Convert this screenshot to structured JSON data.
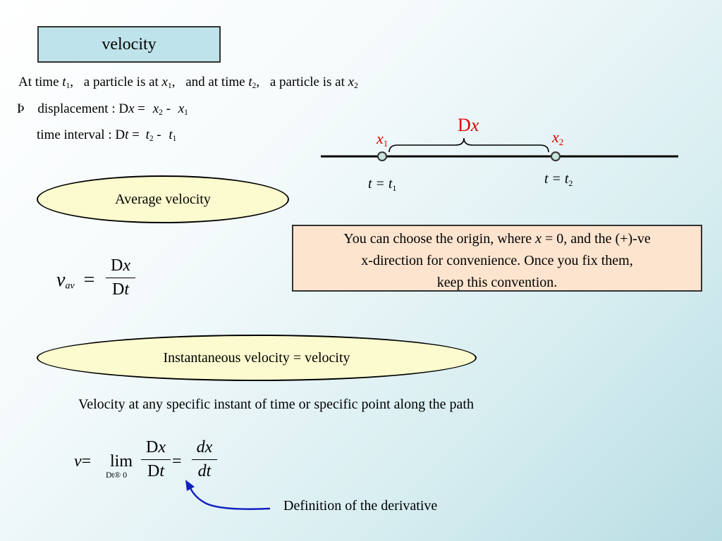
{
  "title": "velocity",
  "intro": {
    "at_time": "At time",
    "t": "t",
    "x": "x",
    "sub1": "1",
    "sub2": "2",
    "comma": ",",
    "particle_at": "a particle is at",
    "and_at_time": "and at time"
  },
  "displacement": {
    "therefore_symbol": "Þ",
    "label": "displacement : D",
    "equals": "=",
    "minus": "-"
  },
  "time_interval": {
    "label": "time interval : D",
    "equals": "=",
    "minus": "-"
  },
  "diagram": {
    "delta_x": "D",
    "x_var": "x",
    "t_var": "t",
    "equals": "=",
    "sub1": "1",
    "sub2": "2"
  },
  "average_velocity_label": "Average velocity",
  "avg_formula": {
    "v": "v",
    "sub": "av",
    "equals": "=",
    "delta": "D",
    "x": "x",
    "t": "t"
  },
  "convention_box": {
    "line1_a": "You can choose the origin, where",
    "line1_x": "x",
    "line1_b": "= 0, and the (+)-ve",
    "line2": "x-direction for convenience. Once you fix them,",
    "line3": "keep this convention."
  },
  "instantaneous_label": "Instantaneous velocity = velocity",
  "specific_text": "Velocity at any specific instant of time or specific point along the path",
  "inst_formula": {
    "v": "v",
    "equals": "=",
    "lim": "lim",
    "limit_sub": "Dt® 0",
    "delta": "D",
    "x": "x",
    "t": "t",
    "dx": "dx",
    "dt": "dt"
  },
  "derivative_label": "Definition of the derivative",
  "colors": {
    "title_box": "#bfe3ea",
    "ellipse": "#fbfbcf",
    "convention_box": "#fde4cf",
    "diagram_label": "#e00000",
    "point_fill": "#c8e3d9",
    "arrow": "#1020c0"
  }
}
